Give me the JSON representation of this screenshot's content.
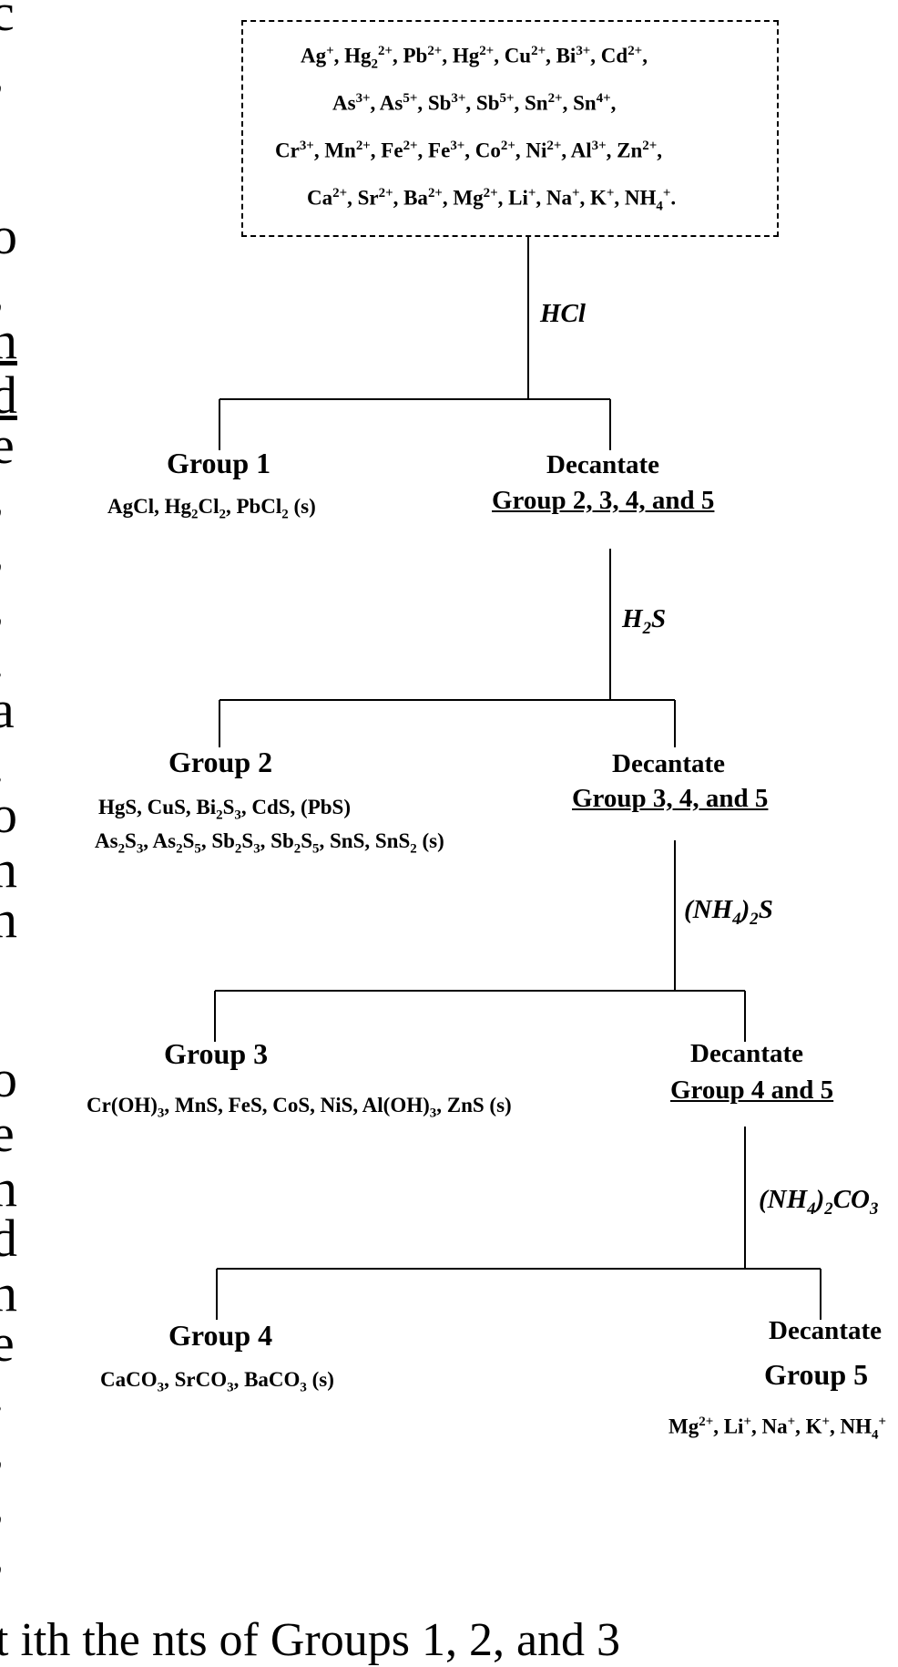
{
  "left_margin_chars": [
    "c",
    ",",
    "o",
    ",",
    "n",
    "d",
    "e",
    ",",
    ",",
    ",",
    ".",
    "a",
    ".",
    "o",
    "n",
    "n",
    "o",
    "e",
    "n",
    "d",
    "n",
    "e",
    ".",
    ",",
    ",",
    ","
  ],
  "ion_box": {
    "line1": "Ag<sup>+</sup>, Hg<sub>2</sub><sup>2+</sup>, Pb<sup>2+</sup>, Hg<sup>2+</sup>, Cu<sup>2+</sup>, Bi<sup>3+</sup>, Cd<sup>2+</sup>,",
    "line2": "As<sup>3+</sup>, As<sup>5+</sup>, Sb<sup>3+</sup>, Sb<sup>5+</sup>, Sn<sup>2+</sup>, Sn<sup>4+</sup>,",
    "line3": "Cr<sup>3+</sup>, Mn<sup>2+</sup>, Fe<sup>2+</sup>, Fe<sup>3+</sup>, Co<sup>2+</sup>, Ni<sup>2+</sup>, Al<sup>3+</sup>, Zn<sup>2+</sup>,",
    "line4": "Ca<sup>2+</sup>, Sr<sup>2+</sup>, Ba<sup>2+</sup>, Mg<sup>2+</sup>, Li<sup>+</sup>, Na<sup>+</sup>, K<sup>+</sup>, NH<sub>4</sub><sup>+</sup>."
  },
  "reagents": {
    "r1": "HCl",
    "r2": "H<sub>2</sub>S",
    "r3": "(NH<sub>4</sub>)<sub>2</sub>S",
    "r4": "(NH<sub>4</sub>)<sub>2</sub>CO<sub>3</sub>"
  },
  "groups": {
    "g1": {
      "title": "Group 1",
      "precipitate": "AgCl, Hg<sub>2</sub>Cl<sub>2</sub>, PbCl<sub>2</sub> (s)"
    },
    "g2": {
      "title": "Group 2",
      "precipitate_line1": "HgS, CuS, Bi<sub>2</sub>S<sub>3</sub>, CdS, (PbS)",
      "precipitate_line2": "As<sub>2</sub>S<sub>3</sub>, As<sub>2</sub>S<sub>5</sub>, Sb<sub>2</sub>S<sub>3</sub>, Sb<sub>2</sub>S<sub>5</sub>, SnS, SnS<sub>2</sub> (s)"
    },
    "g3": {
      "title": "Group 3",
      "precipitate": "Cr(OH)<sub>3</sub>, MnS, FeS, CoS, NiS, Al(OH)<sub>3</sub>, ZnS (s)"
    },
    "g4": {
      "title": "Group 4",
      "precipitate": "CaCO<sub>3</sub>, SrCO<sub>3</sub>, BaCO<sub>3</sub> (s)"
    },
    "g5": {
      "title": "Group 5",
      "ions": "Mg<sup>2+</sup>, Li<sup>+</sup>, Na<sup>+</sup>, K<sup>+</sup>, NH<sub>4</sub><sup>+</sup>"
    }
  },
  "decantates": {
    "d1": {
      "label": "Decantate",
      "groups": "Group 2, 3, 4, and 5"
    },
    "d2": {
      "label": "Decantate",
      "groups": "Group 3, 4, and 5"
    },
    "d3": {
      "label": "Decantate",
      "groups": "Group 4 and 5"
    },
    "d4": {
      "label": "Decantate"
    }
  },
  "footer_text": "t             ith the           nts of Groups 1, 2, and 3"
}
